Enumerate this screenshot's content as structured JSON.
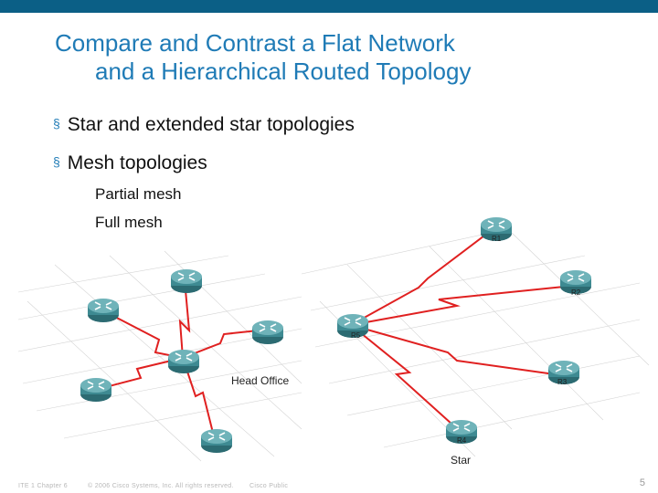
{
  "title": {
    "line1": "Compare and Contrast a Flat Network",
    "line2": "and a Hierarchical Routed Topology"
  },
  "bullets": [
    {
      "text": "Star and extended star topologies"
    },
    {
      "text": "Mesh topologies"
    }
  ],
  "subbullets": [
    {
      "text": "Partial mesh"
    },
    {
      "text": "Full mesh"
    }
  ],
  "diagram": {
    "head_office_label": "Head Office",
    "star_label": "Star",
    "routers": [
      "R1",
      "R2",
      "R5",
      "R3",
      "R4"
    ]
  },
  "footer": {
    "left": "ITE 1 Chapter 6",
    "copyright": "© 2006 Cisco Systems, Inc. All rights reserved.",
    "classification": "Cisco Public",
    "page": "5"
  },
  "colors": {
    "topbar": "#0b5f86",
    "title": "#1f7bb6",
    "link": "#e02020",
    "router": "#3e8a92"
  }
}
